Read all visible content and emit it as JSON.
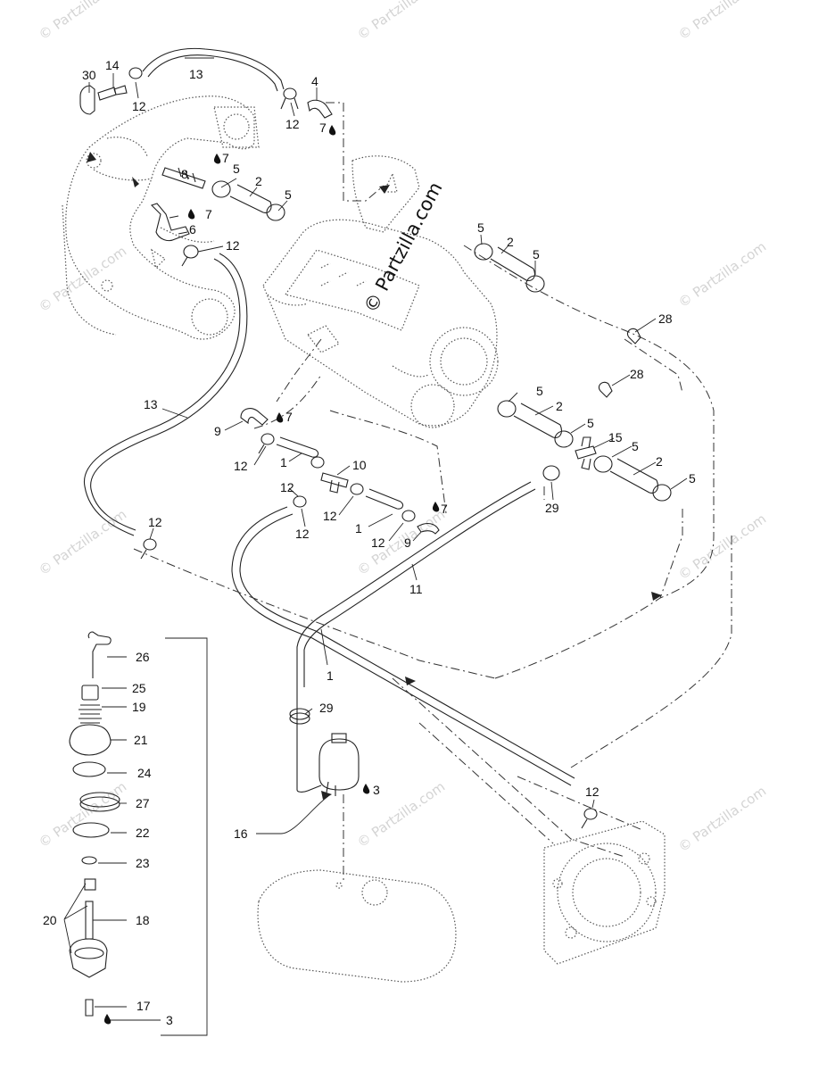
{
  "watermark": {
    "center_text": "© Partzilla.com",
    "tile_text": "© Partzilla.com"
  },
  "callouts": {
    "c30": "30",
    "c14": "14",
    "c12_a": "12",
    "c13_top": "13",
    "c4": "4",
    "c12_b": "12",
    "c7_a": "7",
    "c7_b": "7",
    "c8": "8",
    "c5_a": "5",
    "c2_a": "2",
    "c5_b": "5",
    "c7_c": "7",
    "c6": "6",
    "c12_c": "12",
    "c5_c": "5",
    "c2_b": "2",
    "c5_d": "5",
    "c28_a": "28",
    "c28_b": "28",
    "c13_mid": "13",
    "c9_a": "9",
    "c7_d": "7",
    "c12_d": "12",
    "c1_a": "1",
    "c10": "10",
    "c5_e": "5",
    "c2_c": "2",
    "c5_f": "5",
    "c15": "15",
    "c5_g": "5",
    "c2_d": "2",
    "c5_h": "5",
    "c29_a": "29",
    "c12_e": "12",
    "c12_f": "12",
    "c12_g": "12",
    "c1_b": "1",
    "c12_h": "12",
    "c9_b": "9",
    "c7_e": "7",
    "c12_i": "12",
    "c11": "11",
    "c1_c": "1",
    "c26": "26",
    "c25": "25",
    "c19": "19",
    "c21": "21",
    "c24": "24",
    "c27": "27",
    "c22": "22",
    "c23": "23",
    "c20": "20",
    "c18": "18",
    "c17": "17",
    "c3_a": "3",
    "c16": "16",
    "c29_b": "29",
    "c3_b": "3",
    "c12_j": "12"
  },
  "icons": {
    "drop": "sealant-drop-icon",
    "arrow": "flow-arrow-icon"
  }
}
